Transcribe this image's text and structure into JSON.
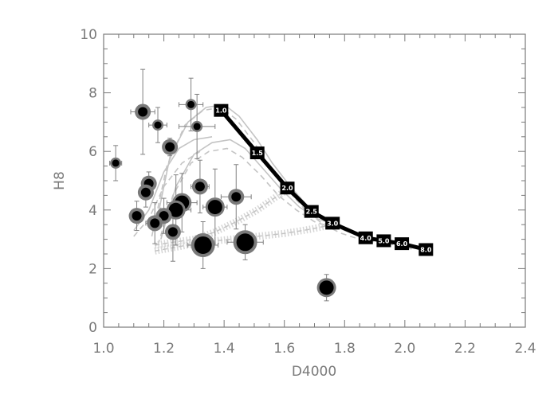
{
  "chart_data": {
    "type": "scatter",
    "title": "",
    "xlabel": "D4000",
    "ylabel": "H8",
    "xlim": [
      1.0,
      2.4
    ],
    "ylim": [
      0,
      10
    ],
    "xticks": [
      "1.0",
      "1.2",
      "1.4",
      "1.6",
      "1.8",
      "2.0",
      "2.2",
      "2.4"
    ],
    "yticks": [
      "0",
      "2",
      "4",
      "6",
      "8",
      "10"
    ],
    "grid": false,
    "legend": "none",
    "colors": {
      "axis": "#7a7a7a",
      "track": "#000000",
      "model_line": "#c4c4c4",
      "point_ring": "#7a7a7a",
      "point_core": "#000000",
      "error_bar": "#808080"
    },
    "model_track": {
      "x": [
        1.39,
        1.51,
        1.61,
        1.69,
        1.76,
        1.87,
        1.93,
        1.99,
        2.07
      ],
      "y": [
        7.4,
        5.95,
        4.75,
        3.95,
        3.55,
        3.05,
        2.95,
        2.85,
        2.65
      ],
      "labels": [
        "1.0",
        "1.5",
        "2.0",
        "2.5",
        "3.0",
        "4.0",
        "5.0",
        "6.0",
        "8.0"
      ]
    },
    "model_curves": [
      {
        "style": "solid",
        "x": [
          1.17,
          1.22,
          1.28,
          1.34,
          1.4,
          1.45,
          1.51,
          1.56,
          1.62,
          1.68,
          1.74,
          1.8,
          1.86,
          1.92,
          1.98,
          2.05
        ],
        "y": [
          3.3,
          5.8,
          7.0,
          7.5,
          7.6,
          7.2,
          6.4,
          5.6,
          4.8,
          4.1,
          3.6,
          3.3,
          3.1,
          2.95,
          2.85,
          2.7
        ]
      },
      {
        "style": "dashed",
        "x": [
          1.16,
          1.21,
          1.27,
          1.33,
          1.39,
          1.44,
          1.5,
          1.55,
          1.61,
          1.67,
          1.73,
          1.79,
          1.85,
          1.91,
          1.97,
          2.03
        ],
        "y": [
          3.1,
          5.5,
          6.9,
          7.4,
          7.5,
          7.1,
          6.3,
          5.5,
          4.7,
          4.0,
          3.5,
          3.2,
          3.0,
          2.9,
          2.8,
          2.65
        ]
      },
      {
        "style": "solid",
        "x": [
          1.19,
          1.24,
          1.3,
          1.36,
          1.42,
          1.47,
          1.53,
          1.59,
          1.65,
          1.71,
          1.77
        ],
        "y": [
          3.0,
          4.8,
          5.9,
          6.3,
          6.4,
          6.1,
          5.4,
          4.7,
          4.1,
          3.7,
          3.5
        ]
      },
      {
        "style": "dashed",
        "x": [
          1.18,
          1.23,
          1.29,
          1.35,
          1.41,
          1.46,
          1.52,
          1.58,
          1.64,
          1.7,
          1.76
        ],
        "y": [
          2.8,
          4.5,
          5.6,
          6.0,
          6.1,
          5.8,
          5.2,
          4.5,
          4.0,
          3.6,
          3.4
        ]
      },
      {
        "style": "solid",
        "x": [
          1.1,
          1.15,
          1.2,
          1.25,
          1.3,
          1.36
        ],
        "y": [
          3.3,
          4.0,
          5.3,
          6.1,
          6.4,
          6.5
        ]
      },
      {
        "style": "dashed",
        "x": [
          1.1,
          1.15,
          1.2,
          1.26,
          1.32
        ],
        "y": [
          3.1,
          3.7,
          4.8,
          5.6,
          6.0
        ]
      },
      {
        "style": "hatched",
        "x": [
          1.17,
          1.23,
          1.3,
          1.37,
          1.44,
          1.51,
          1.58,
          1.63
        ],
        "y": [
          2.8,
          2.9,
          3.0,
          3.25,
          3.6,
          4.0,
          4.5,
          4.8
        ]
      },
      {
        "style": "hatched",
        "x": [
          1.17,
          1.25,
          1.33,
          1.42,
          1.51,
          1.6,
          1.69,
          1.76
        ],
        "y": [
          2.6,
          2.75,
          2.9,
          3.0,
          3.1,
          3.2,
          3.35,
          3.5
        ]
      }
    ],
    "points": [
      {
        "x": 1.04,
        "y": 5.6,
        "xerr": 0.02,
        "yerr": 0.6,
        "size": 1
      },
      {
        "x": 1.13,
        "y": 7.35,
        "xerr": 0.04,
        "yerr": 1.45,
        "size": 2
      },
      {
        "x": 1.18,
        "y": 6.9,
        "xerr": 0.03,
        "yerr": 0.6,
        "size": 1
      },
      {
        "x": 1.29,
        "y": 7.6,
        "xerr": 0.04,
        "yerr": 0.9,
        "size": 1
      },
      {
        "x": 1.31,
        "y": 6.85,
        "xerr": 0.06,
        "yerr": 1.1,
        "size": 1
      },
      {
        "x": 1.22,
        "y": 6.15,
        "xerr": 0.02,
        "yerr": 0.3,
        "size": 2
      },
      {
        "x": 1.15,
        "y": 4.9,
        "xerr": 0.02,
        "yerr": 0.4,
        "size": 2
      },
      {
        "x": 1.14,
        "y": 4.6,
        "xerr": 0.02,
        "yerr": 0.5,
        "size": 2
      },
      {
        "x": 1.32,
        "y": 4.8,
        "xerr": 0.03,
        "yerr": 0.9,
        "size": 2
      },
      {
        "x": 1.44,
        "y": 4.45,
        "xerr": 0.05,
        "yerr": 1.1,
        "size": 2
      },
      {
        "x": 1.26,
        "y": 4.25,
        "xerr": 0.05,
        "yerr": 1.0,
        "size": 3
      },
      {
        "x": 1.24,
        "y": 4.0,
        "xerr": 0.05,
        "yerr": 1.2,
        "size": 3
      },
      {
        "x": 1.37,
        "y": 4.1,
        "xerr": 0.04,
        "yerr": 1.3,
        "size": 3
      },
      {
        "x": 1.11,
        "y": 3.8,
        "xerr": 0.02,
        "yerr": 0.5,
        "size": 2
      },
      {
        "x": 1.2,
        "y": 3.8,
        "xerr": 0.03,
        "yerr": 0.6,
        "size": 2
      },
      {
        "x": 1.17,
        "y": 3.55,
        "xerr": 0.03,
        "yerr": 0.7,
        "size": 2
      },
      {
        "x": 1.23,
        "y": 3.25,
        "xerr": 0.02,
        "yerr": 1.0,
        "size": 2
      },
      {
        "x": 1.33,
        "y": 2.8,
        "xerr": 0.05,
        "yerr": 0.8,
        "size": 4
      },
      {
        "x": 1.47,
        "y": 2.9,
        "xerr": 0.06,
        "yerr": 0.6,
        "size": 4
      },
      {
        "x": 1.74,
        "y": 1.35,
        "xerr": 0.0,
        "yerr": 0.45,
        "size": 3
      }
    ]
  }
}
